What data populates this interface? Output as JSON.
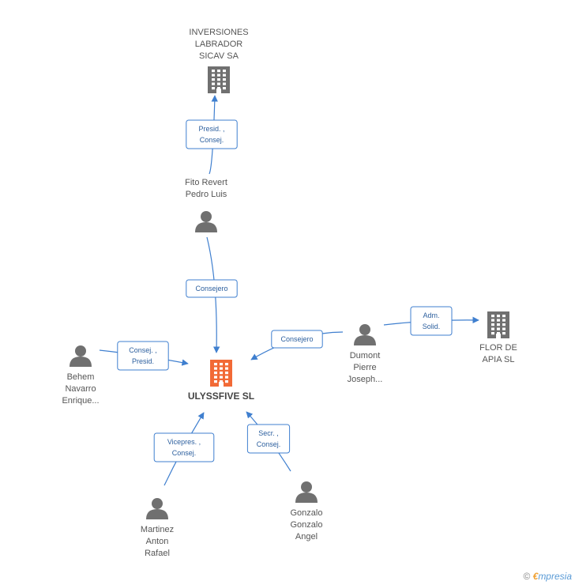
{
  "nodes": [
    {
      "id": "inversiones",
      "type": "company",
      "lines": [
        "INVERSIONES",
        "LABRADOR",
        "SICAV SA"
      ],
      "main": false
    },
    {
      "id": "fito",
      "type": "person",
      "lines": [
        "Fito Revert",
        "Pedro Luis"
      ],
      "main": false
    },
    {
      "id": "ulyssfive",
      "type": "company",
      "lines": [
        "ULYSSFIVE SL"
      ],
      "main": true
    },
    {
      "id": "behem",
      "type": "person",
      "lines": [
        "Behem",
        "Navarro",
        "Enrique..."
      ],
      "main": false
    },
    {
      "id": "dumont",
      "type": "person",
      "lines": [
        "Dumont",
        "Pierre",
        "Joseph..."
      ],
      "main": false
    },
    {
      "id": "flor",
      "type": "company",
      "lines": [
        "FLOR DE",
        "APIA SL"
      ],
      "main": false
    },
    {
      "id": "martinez",
      "type": "person",
      "lines": [
        "Martinez",
        "Anton",
        "Rafael"
      ],
      "main": false
    },
    {
      "id": "gonzalo",
      "type": "person",
      "lines": [
        "Gonzalo",
        "Gonzalo",
        "Angel"
      ],
      "main": false
    }
  ],
  "edges": [
    {
      "from": "fito",
      "to": "inversiones",
      "roles": [
        "Presid. ,",
        "Consej."
      ]
    },
    {
      "from": "fito",
      "to": "ulyssfive",
      "roles": [
        "Consejero"
      ]
    },
    {
      "from": "behem",
      "to": "ulyssfive",
      "roles": [
        "Consej. ,",
        "Presid."
      ]
    },
    {
      "from": "dumont",
      "to": "ulyssfive",
      "roles": [
        "Consejero"
      ]
    },
    {
      "from": "dumont",
      "to": "flor",
      "roles": [
        "Adm.",
        "Solid."
      ]
    },
    {
      "from": "martinez",
      "to": "ulyssfive",
      "roles": [
        "Vicepres. ,",
        "Consej."
      ]
    },
    {
      "from": "gonzalo",
      "to": "ulyssfive",
      "roles": [
        "Secr. ,",
        "Consej."
      ]
    }
  ],
  "colors": {
    "edge": "#3f7fcf",
    "company_icon": "#707070",
    "main_company_icon": "#f26a36",
    "person_icon": "#707070"
  },
  "footer": {
    "copyright": "©",
    "brand_e": "€",
    "brand_rest": "mpresia"
  }
}
